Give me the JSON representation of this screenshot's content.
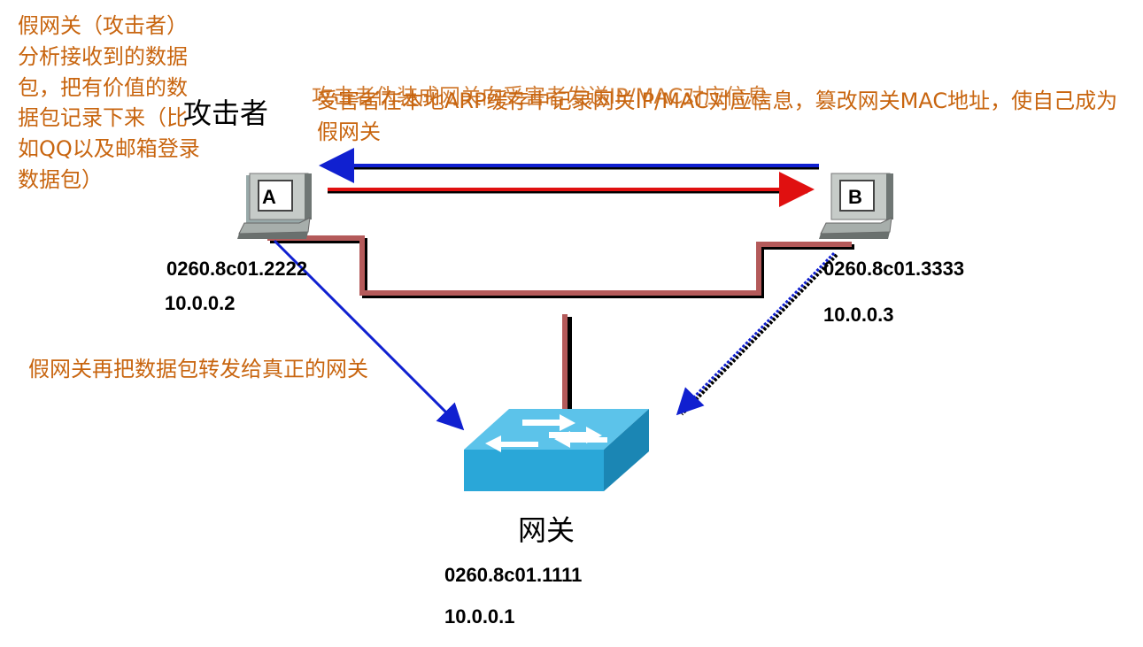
{
  "attacker_note": "假网关（攻击者）分析接收到的数据包，把有价值的数据包记录下来（比如QQ以及邮箱登录数据包）",
  "attacker_label": "攻击者",
  "top_caption_overlap": "攻击者伪装成网关向受害者发送IP/MAC对应信息",
  "top_caption": "受害者在本地ARP缓存中记录网关IP/MAC对应信息，篡改网关MAC地址，使自己成为假网关",
  "forward_caption": "假网关再把数据包转发给真正的网关",
  "host_a": {
    "label": "A",
    "mac": "0260.8c01.2222",
    "ip": "10.0.0.2"
  },
  "host_b": {
    "label": "B",
    "mac": "0260.8c01.3333",
    "ip": "10.0.0.3"
  },
  "gateway": {
    "label": "网关",
    "mac": "0260.8c01.1111",
    "ip": "10.0.0.1"
  },
  "colors": {
    "orange": "#c8650f",
    "blue": "#1020d0",
    "red": "#e01010",
    "cable": "#b45a5a",
    "switch": "#2aa7d8"
  }
}
